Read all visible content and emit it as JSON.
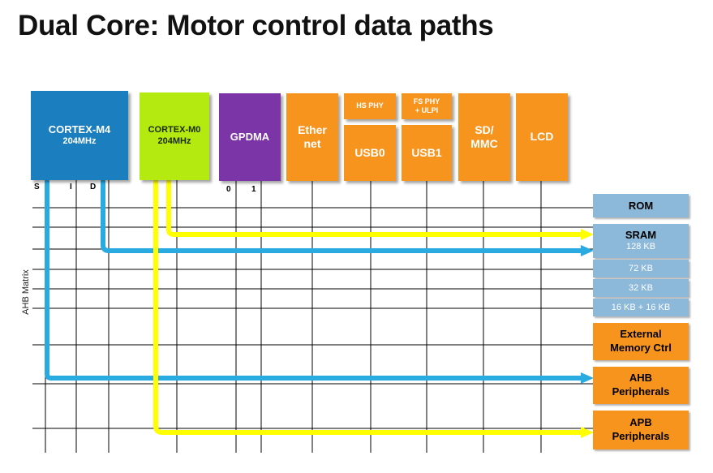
{
  "title": "Dual Core: Motor control data paths",
  "masters": {
    "m4": {
      "name": "CORTEX-M4",
      "freq": "204MHz"
    },
    "m0": {
      "name": "CORTEX-M0",
      "freq": "204MHz"
    },
    "gpdma": "GPDMA",
    "ethernet": {
      "line1": "Ether",
      "line2": "net"
    },
    "hsphy": "HS PHY",
    "usb0": "USB0",
    "fsphy": {
      "line1": "FS PHY",
      "line2": "+ ULPI"
    },
    "usb1": "USB1",
    "sdmmc": {
      "line1": "SD/",
      "line2": "MMC"
    },
    "lcd": "LCD"
  },
  "ports": {
    "s": "S",
    "i": "I",
    "d": "D",
    "zero": "0",
    "one": "1"
  },
  "matrix_label": "AHB Matrix",
  "slaves": {
    "rom": "ROM",
    "sram": "SRAM",
    "sram128": "128 KB",
    "sram72": "72 KB",
    "sram32": "32 KB",
    "sram16": "16 KB + 16 KB",
    "emc": {
      "line1": "External",
      "line2": "Memory Ctrl"
    },
    "ahb": {
      "line1": "AHB",
      "line2": "Peripherals"
    },
    "apb": {
      "line1": "APB",
      "line2": "Peripherals"
    }
  },
  "colors": {
    "m4_blue": "#1b7fbf",
    "m0_green": "#b5ea10",
    "gpdma_purple": "#7b35a6",
    "orange": "#f7941d",
    "slave_blue": "#8cb8da",
    "path_blue": "#29aae1",
    "path_yellow": "#ffff00"
  }
}
